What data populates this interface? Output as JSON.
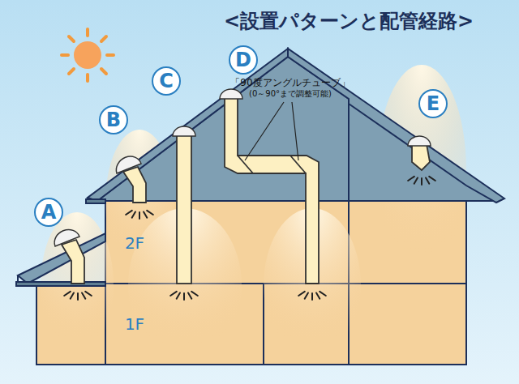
{
  "diagram": {
    "title": "<設置パターンと配管経路>",
    "nodes": [
      {
        "text": [
          "A"
        ]
      },
      {
        "text": [
          "B"
        ]
      },
      {
        "text": [
          "C"
        ]
      },
      {
        "text": [
          "D"
        ]
      },
      {
        "text": [
          "E"
        ]
      }
    ],
    "labels": [
      "「90度アングルチューブ」",
      "(0～90°まで調整可能)",
      "2F",
      "1F"
    ]
  }
}
